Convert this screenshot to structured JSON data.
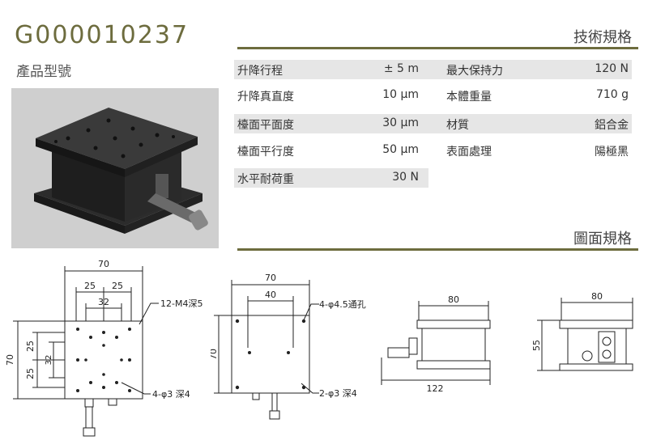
{
  "header": {
    "part_number": "G000010237",
    "subtitle": "產品型號"
  },
  "specs": {
    "title": "技術規格",
    "rows": [
      {
        "label1": "升降行程",
        "value1": "± 5 m",
        "label2": "最大保持力",
        "value2": "120 N"
      },
      {
        "label1": "升降真直度",
        "value1": "10 μm",
        "label2": "本體重量",
        "value2": "710 g"
      },
      {
        "label1": "檯面平面度",
        "value1": "30 μm",
        "label2": "材質",
        "value2": "鋁合金"
      },
      {
        "label1": "檯面平行度",
        "value1": "50 μm",
        "label2": "表面處理",
        "value2": "陽極黑"
      },
      {
        "label1": "水平耐荷重",
        "value1": "30 N",
        "label2": "",
        "value2": ""
      }
    ]
  },
  "drawings": {
    "title": "圖面規格",
    "top_view": {
      "dim_width": "70",
      "dim_25a": "25",
      "dim_25b": "25",
      "dim_32": "32",
      "dim_height": "70",
      "dim_25c": "25",
      "dim_25d": "25",
      "dim_32v": "32",
      "note_tap": "12-M4深5",
      "note_holes": "4-φ3 深4"
    },
    "base_view": {
      "dim_width": "70",
      "dim_40": "40",
      "dim_height": "70",
      "note_through": "4-φ4.5通孔",
      "note_holes": "2-φ3 深4"
    },
    "side_view": {
      "dim_top": "80",
      "dim_bottom": "122"
    },
    "front_view": {
      "dim_top": "80",
      "dim_height": "55"
    }
  },
  "colors": {
    "accent": "#6d6c3e",
    "shade": "#e6e6e6"
  }
}
